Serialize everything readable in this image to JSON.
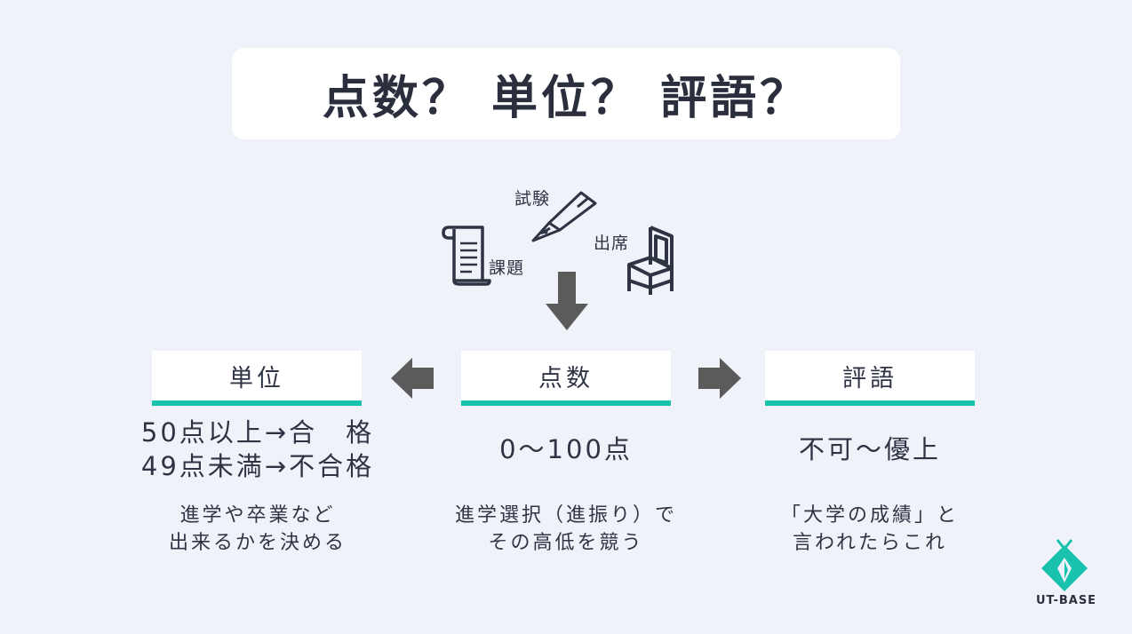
{
  "title": "点数？ 単位？ 評語？",
  "inputs": {
    "exam": "試験",
    "assignment": "課題",
    "attendance": "出席"
  },
  "columns": [
    {
      "heading": "単位",
      "main_line1": "50点以上→合　格",
      "main_line2": "49点未満→不合格",
      "desc_line1": "進学や卒業など",
      "desc_line2": "出来るかを決める"
    },
    {
      "heading": "点数",
      "main_line1": "0〜100点",
      "desc_line1": "進学選択（進振り）で",
      "desc_line2": "その高低を競う"
    },
    {
      "heading": "評語",
      "main_line1": "不可〜優上",
      "desc_line1": "「大学の成績」と",
      "desc_line2": "言われたらこれ"
    }
  ],
  "logo": {
    "text": "UT-BASE"
  },
  "colors": {
    "accent": "#19c2ad",
    "arrow": "#5b5b5b",
    "text": "#2f3444",
    "background": "#eff3f9"
  }
}
